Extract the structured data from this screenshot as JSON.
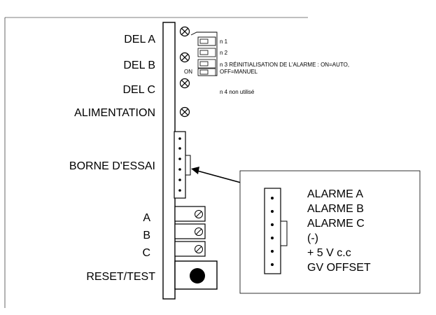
{
  "panel_labels": {
    "del_a": "DEL A",
    "del_b": "DEL B",
    "del_c": "DEL C",
    "alimentation": "ALIMENTATION",
    "borne_essai": "BORNE D'ESSAI",
    "a": "A",
    "b": "B",
    "c": "C",
    "reset_test": "RESET/TEST"
  },
  "dip_switches": {
    "on_label": "ON",
    "n1": "n 1",
    "n2": "n 2",
    "n3_line1": "n 3  RÉINITIALISATION DE L'ALARME : ON=AUTO,",
    "n3_line2": "OFF=MANUEL",
    "n4": "n 4  non utilisé"
  },
  "connector_pinout": [
    "ALARME A",
    "ALARME B",
    "ALARME C",
    "(-)",
    "+ 5 V c.c",
    "GV OFFSET"
  ]
}
